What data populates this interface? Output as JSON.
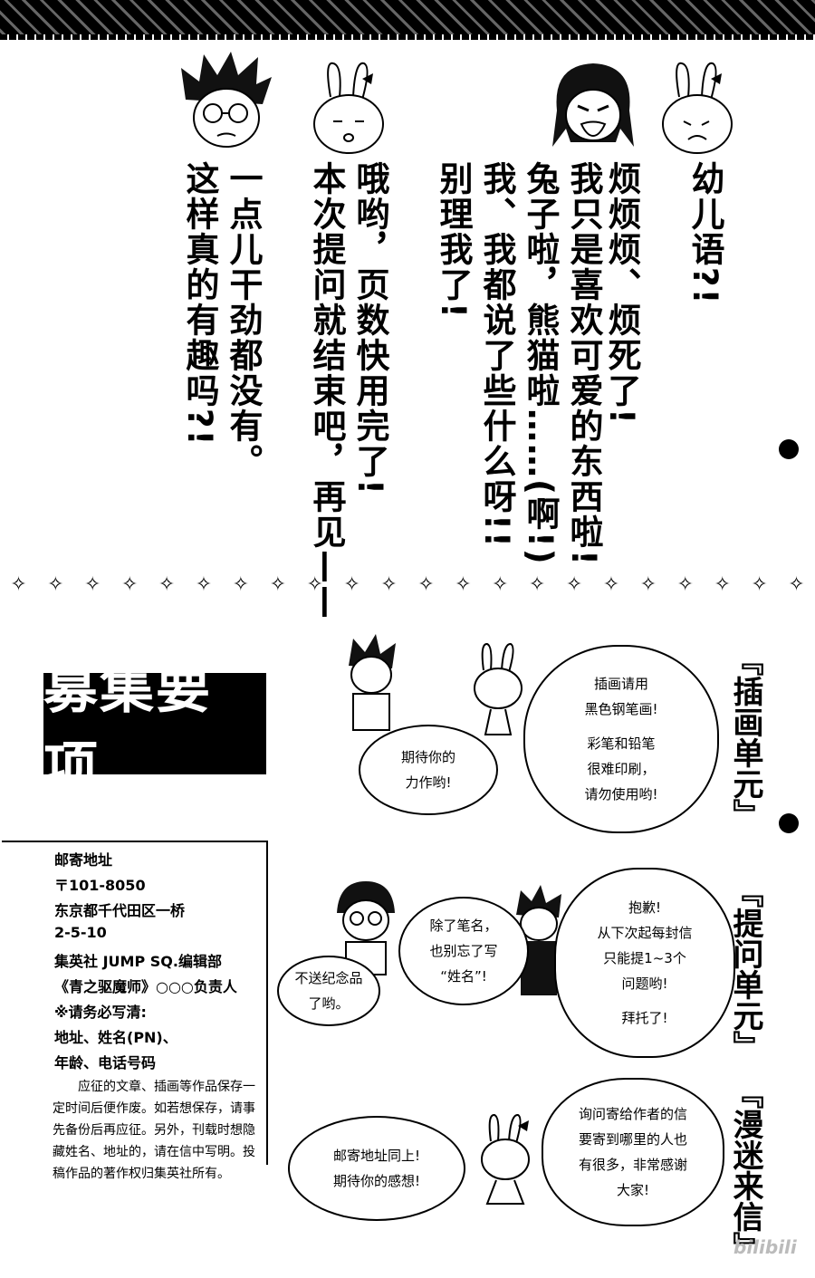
{
  "top_dialogue": {
    "col1": "幼儿语?!",
    "col2": "烦烦烦、烦死了!",
    "col3": "我只是喜欢可爱的东西啦!",
    "col4": "兔子啦，熊猫啦……(啊!)",
    "col5": "我、我都说了些什么呀!!",
    "col6": "别理我了!",
    "col7": "哦哟，页数快用完了!",
    "col8": "本次提问就结束吧，再见——",
    "col9": "一点儿干劲都没有。",
    "col10": "这样真的有趣吗?!"
  },
  "recruit": {
    "title": "募集要项",
    "address": {
      "label": "邮寄地址",
      "zip": "〒101-8050",
      "line1": "东京都千代田区一桥",
      "line2": "2-5-10",
      "line3": "集英社 JUMP SQ.编辑部",
      "line4": "《青之驱魔师》○○○负责人",
      "note_title": "※请务必写清:",
      "note1": "地址、姓名(PN)、",
      "note2": "年龄、电话号码",
      "paragraph": "　　应征的文章、插画等作品保存一定时间后便作废。如若想保存，请事先备份后再应征。另外，刊载时想隐藏姓名、地址的，请在信中写明。投稿作品的著作权归集英社所有。"
    }
  },
  "sections": {
    "illustration": {
      "title": "『插画单元』",
      "bubble_a_1": "期待你的",
      "bubble_a_2": "力作哟!",
      "bubble_b_1": "插画请用",
      "bubble_b_2": "黑色钢笔画!",
      "bubble_b_3": "彩笔和铅笔",
      "bubble_b_4": "很难印刷，",
      "bubble_b_5": "请勿使用哟!"
    },
    "question": {
      "title": "『提问单元』",
      "bubble_a_1": "不送纪念品",
      "bubble_a_2": "了哟。",
      "bubble_b_1": "除了笔名，",
      "bubble_b_2": "也别忘了写",
      "bubble_b_3": "“姓名”!",
      "bubble_c_1": "抱歉!",
      "bubble_c_2": "从下次起每封信",
      "bubble_c_3": "只能提1~3个",
      "bubble_c_4": "问题哟!",
      "bubble_c_5": "拜托了!"
    },
    "fan_letter": {
      "title": "『漫迷来信』",
      "bubble_a_1": "邮寄地址同上!",
      "bubble_a_2": "期待你的感想!",
      "bubble_b_1": "询问寄给作者的信",
      "bubble_b_2": "要寄到哪里的人也",
      "bubble_b_3": "有很多，非常感谢",
      "bubble_b_4": "大家!"
    }
  },
  "watermark": "bilibili"
}
